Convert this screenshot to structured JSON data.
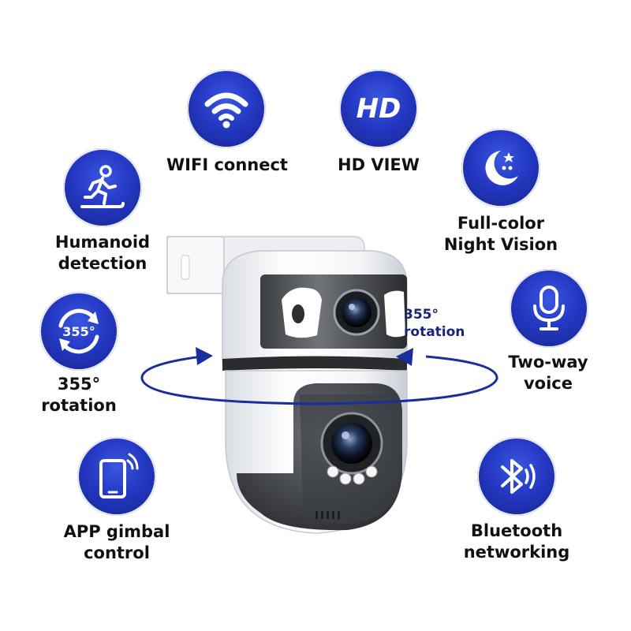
{
  "features": {
    "wifi": {
      "label": "WIFI connect",
      "icon": "wifi-icon"
    },
    "hd": {
      "label": "HD VIEW",
      "icon": "hd-icon",
      "badge": "HD"
    },
    "night": {
      "label_line1": "Full-color",
      "label_line2": "Night Vision",
      "icon": "moon-stars-icon"
    },
    "humanoid": {
      "label_line1": "Humanoid",
      "label_line2": "detection",
      "icon": "running-person-icon"
    },
    "rotation": {
      "label_line1": "355°",
      "label_line2": "rotation",
      "icon": "rotation-arrows-icon",
      "badge": "355°"
    },
    "voice": {
      "label_line1": "Two-way",
      "label_line2": "voice",
      "icon": "microphone-icon"
    },
    "app": {
      "label_line1": "APP gimbal",
      "label_line2": "control",
      "icon": "smartphone-icon"
    },
    "bluetooth": {
      "label_line1": "Bluetooth",
      "label_line2": "networking",
      "icon": "bluetooth-icon"
    }
  },
  "camera": {
    "rotation_callout_line1": "355°",
    "rotation_callout_line2": "rotation"
  },
  "colors": {
    "icon_circle": "#2438c4",
    "orbit_line": "#1a2d9e",
    "label_text": "#111111",
    "callout_text": "#1a237e"
  }
}
